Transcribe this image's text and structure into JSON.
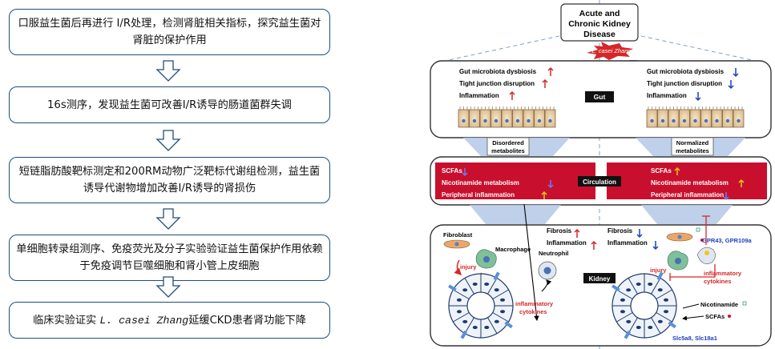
{
  "flow": {
    "steps": [
      {
        "text": "口服益生菌后再进行 I/R处理，检测肾脏相关指标，探究益生菌对肾脏的保护作用"
      },
      {
        "text": "16s测序，发现益生菌可改善I/R诱导的肠道菌群失调"
      },
      {
        "text": "短链脂肪酸靶标测定和200RM动物广泛靶标代谢组检测，益生菌诱导代谢物增加改善I/R诱导的肾损伤"
      },
      {
        "text": "单细胞转录组测序、免疫荧光及分子实验验证益生菌保护作用依赖于免疫调节巨噬细胞和肾小管上皮细胞"
      },
      {
        "text_before": "临床实验证实 ",
        "text_italic": "L. casei Zhang",
        "text_after": "延缓CKD患者肾功能下降"
      }
    ]
  },
  "diagram": {
    "title": "Acute and Chronic Kidney Disease",
    "probiotic": "L. casei Zhang",
    "gut": {
      "label": "Gut",
      "left_items": [
        "Gut microbiota dysbiosis",
        "Tight junction disruption",
        "Inflammation"
      ],
      "right_items": [
        "Gut microbiota dysbiosis",
        "Tight junction disruption",
        "Inflammation"
      ]
    },
    "metabolites": {
      "left": "Disordered metabolites",
      "right": "Normalized metabolites"
    },
    "circulation": {
      "label": "Circulation",
      "left_items": [
        "SCFAs",
        "Nicotinamide metabolism",
        "Peripheral inflammation"
      ],
      "right_items": [
        "SCFAs",
        "Nicotinamide metabolism",
        "Peripheral inflammation"
      ]
    },
    "kidney": {
      "label": "Kidney",
      "fibroblast": "Fibroblast",
      "macrophage": "Macrophage",
      "neutrophil": "Neutrophil",
      "injury_left": "injury",
      "injury_right": "injury",
      "cytokines_left": "inflammatory cytokines",
      "cytokines_right": "inflammatory cytokines",
      "left_items": [
        "Fibrosis",
        "Inflammation"
      ],
      "right_items": [
        "Fibrosis",
        "Inflammation"
      ],
      "receptors": "GPR43, GPR109a",
      "nicotinamide": "Nicotinamide",
      "scfas": "SCFAs",
      "transporters": "Slc5a8, Slc18a1"
    },
    "colors": {
      "up": "#d62728",
      "down": "#1f3fbf",
      "yellow_up": "#f5c518",
      "band": "#c8102e",
      "navy": "#1f4e79"
    }
  }
}
